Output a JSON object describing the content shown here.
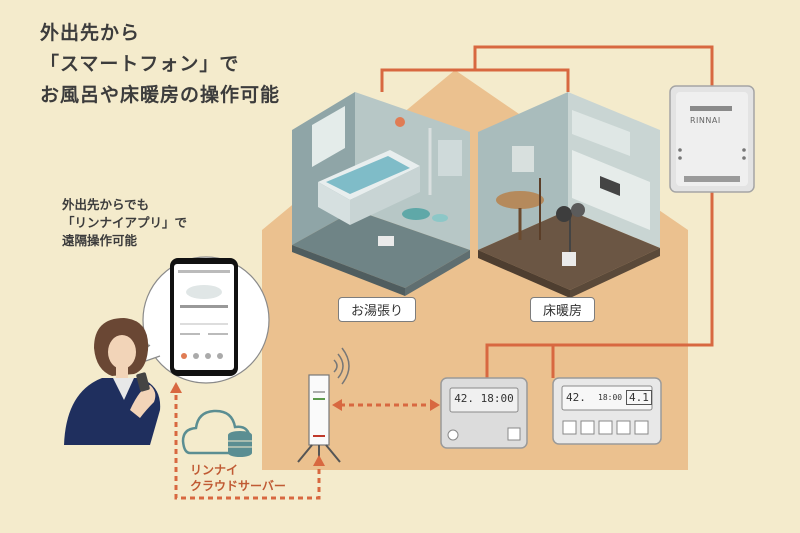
{
  "title": {
    "line1": "外出先から",
    "line2": "「スマートフォン」で",
    "line3": "お風呂や床暖房の操作可能"
  },
  "subtitle": {
    "line1": "外出先からでも",
    "line2": "「リンナイアプリ」で",
    "line3": "遠隔操作可能"
  },
  "labels": {
    "bath": "お湯張り",
    "floor_heating": "床暖房",
    "cloud_line1": "リンナイ",
    "cloud_line2": "クラウドサーバー",
    "water_heater_brand": "RINNAI"
  },
  "controllers": {
    "kitchen_display": "42. 18:00",
    "bath_display_left": "42.",
    "bath_display_mid": "18:00",
    "bath_display_right": "4.1"
  },
  "colors": {
    "background": "#f4ebcc",
    "house": "#ebc18f",
    "line": "#d86840",
    "navy": "#1f2f5e"
  }
}
